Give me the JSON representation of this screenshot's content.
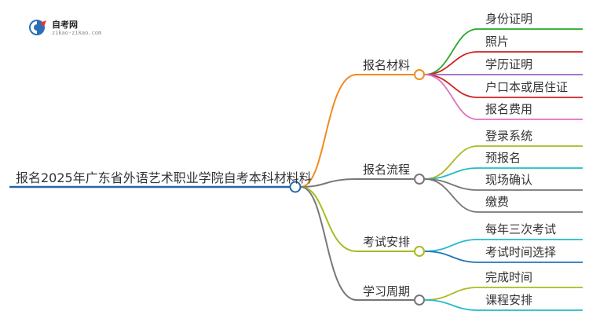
{
  "logo": {
    "name": "自考网",
    "url_text": "zikao-zikao.com"
  },
  "root": {
    "label": "报名2025年广东省外语艺术职业学院自考本科材料料"
  },
  "branches": [
    {
      "label": "报名材料",
      "color": "#f08c1e",
      "leaves": [
        {
          "label": "身份证明",
          "color": "#22aa22"
        },
        {
          "label": "照片",
          "color": "#cc2222"
        },
        {
          "label": "学历证明",
          "color": "#9966cc"
        },
        {
          "label": "户口本或居住证",
          "color": "#cc2222"
        },
        {
          "label": "报名费用",
          "color": "#e070c0"
        }
      ]
    },
    {
      "label": "报名流程",
      "color": "#777777",
      "leaves": [
        {
          "label": "登录系统",
          "color": "#aabb22"
        },
        {
          "label": "预报名",
          "color": "#22bbcc"
        },
        {
          "label": "现场确认",
          "color": "#777777"
        },
        {
          "label": "缴费",
          "color": "#777777"
        }
      ]
    },
    {
      "label": "考试安排",
      "color": "#aabb22",
      "leaves": [
        {
          "label": "每年三次考试",
          "color": "#22bbcc"
        },
        {
          "label": "考试时间选择",
          "color": "#2277bb"
        }
      ]
    },
    {
      "label": "学习周期",
      "color": "#777777",
      "leaves": [
        {
          "label": "完成时间",
          "color": "#aabb22"
        },
        {
          "label": "课程安排",
          "color": "#22bbcc"
        }
      ]
    }
  ],
  "root_line_color": "#2266aa"
}
